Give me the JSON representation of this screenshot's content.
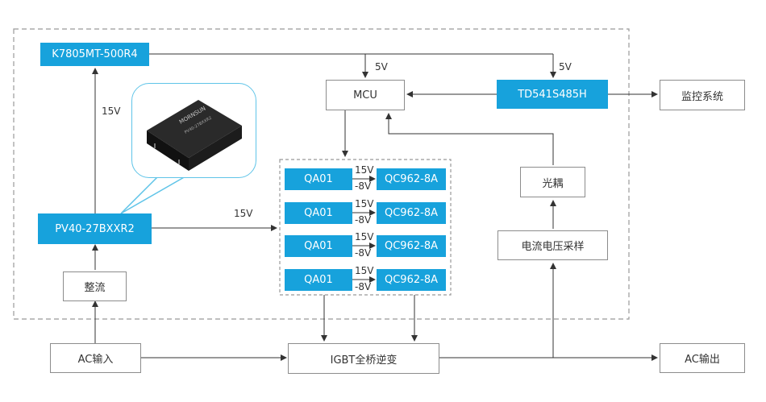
{
  "blocks": {
    "k7805": "K7805MT-500R4",
    "pv40": "PV40-27BXXR2",
    "rectifier": "整流",
    "ac_in": "AC输入",
    "mcu": "MCU",
    "td541": "TD541S485H",
    "monitor": "监控系统",
    "optocoupler": "光耦",
    "sampling": "电流电压采样",
    "igbt": "IGBT全桥逆变",
    "ac_out": "AC输出",
    "qa01": "QA01",
    "qc962": "QC962-8A"
  },
  "labels": {
    "v15": "15V",
    "v5": "5V",
    "vneg8": "-8V"
  },
  "module_image": {
    "brand": "MORNSUN",
    "model": "PV40-27BXXR2",
    "color": "#1a1a1a"
  },
  "colors": {
    "blue": "#17a2dc",
    "border": "#8c8c8c",
    "dashed": "#999999",
    "bubble": "#5fc4e8",
    "line": "#333333"
  }
}
